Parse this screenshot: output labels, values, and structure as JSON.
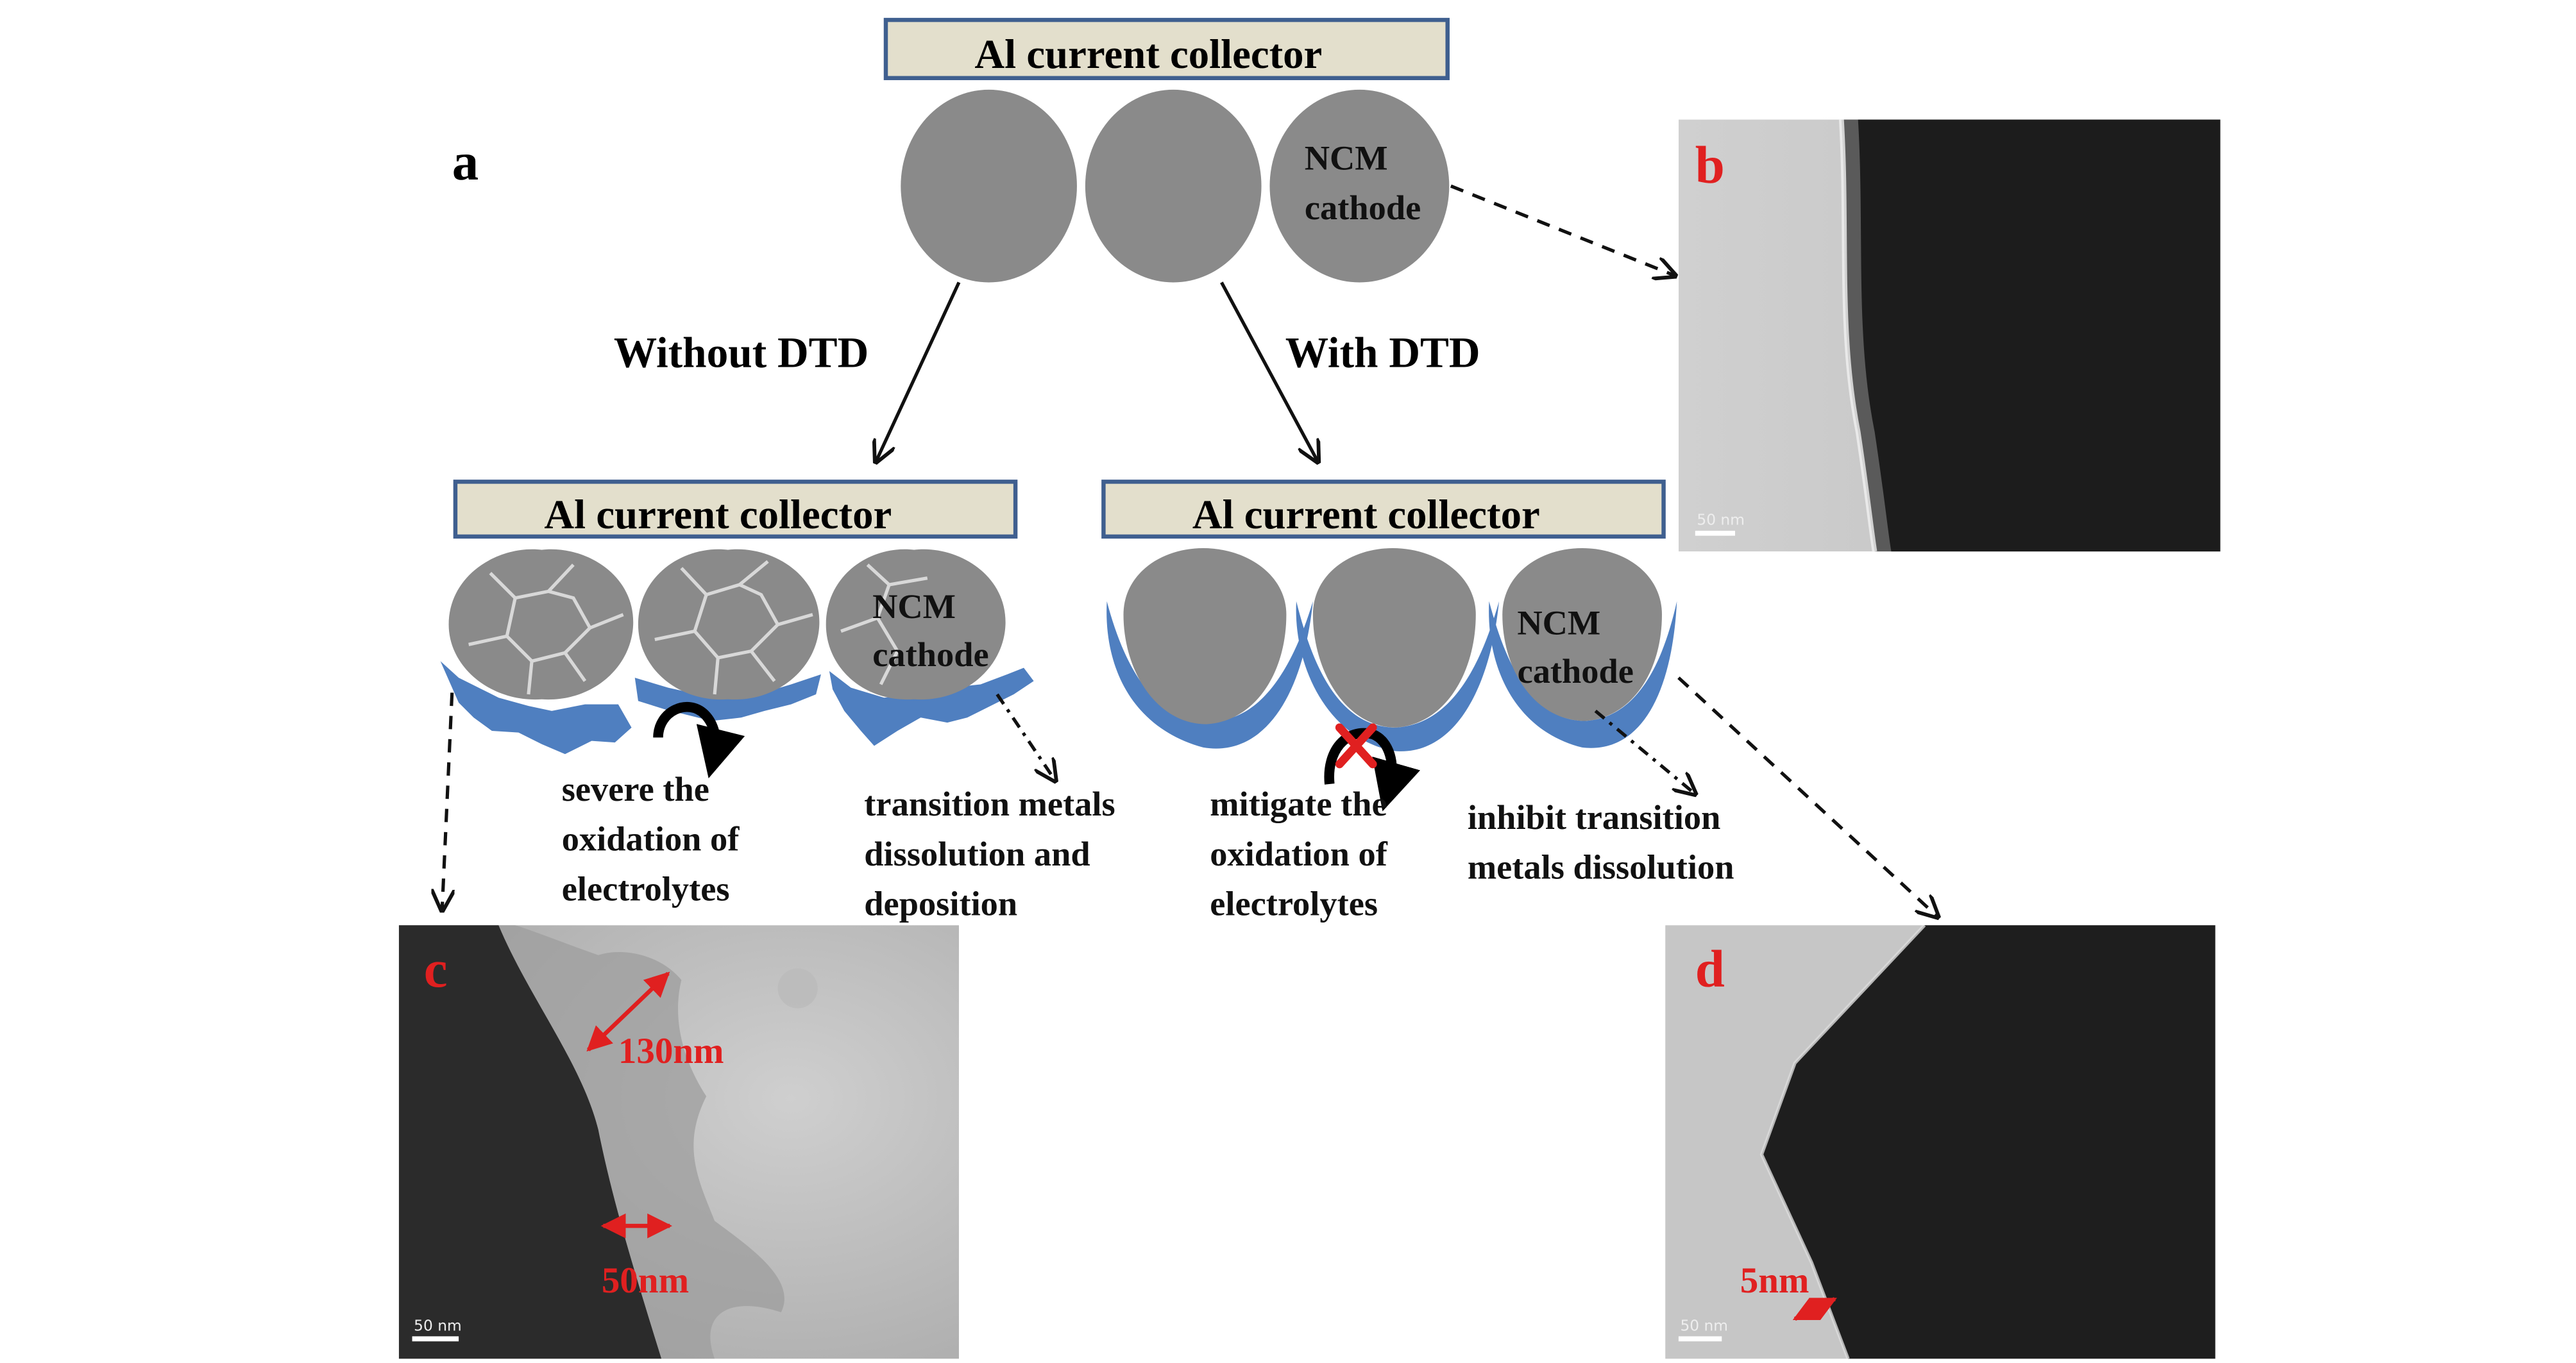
{
  "panel_labels": {
    "a": "a",
    "b": "b",
    "c": "c",
    "d": "d"
  },
  "top": {
    "collector_label": "Al current collector",
    "cathode_label_line1": "NCM",
    "cathode_label_line2": "cathode"
  },
  "branches": {
    "without": "Without DTD",
    "with": "With DTD"
  },
  "left": {
    "collector_label": "Al current collector",
    "cathode_label_line1": "NCM",
    "cathode_label_line2": "cathode",
    "oxidation_caption": [
      "severe the",
      "oxidation of",
      "electrolytes"
    ],
    "dissolution_caption": [
      "transition metals",
      "dissolution and",
      "deposition"
    ]
  },
  "right": {
    "collector_label": "Al current collector",
    "cathode_label_line1": "NCM",
    "cathode_label_line2": "cathode",
    "oxidation_caption": [
      "mitigate the",
      "oxidation of",
      "electrolytes"
    ],
    "dissolution_caption": [
      "inhibit transition",
      "metals dissolution"
    ]
  },
  "micrographs": {
    "b": {
      "scalebar": "50 nm"
    },
    "c": {
      "scalebar": "50 nm",
      "measure_1": "130nm",
      "measure_2": "50nm"
    },
    "d": {
      "scalebar": "50 nm",
      "measure_1": "5nm"
    }
  },
  "colors": {
    "collector_fill": "#e3dfcc",
    "collector_stroke": "#3f5f8f",
    "particle": "#8a8a8a",
    "cei_blue": "#4f7fc0",
    "measure_red": "#e02020",
    "cross_red": "#e02020"
  }
}
